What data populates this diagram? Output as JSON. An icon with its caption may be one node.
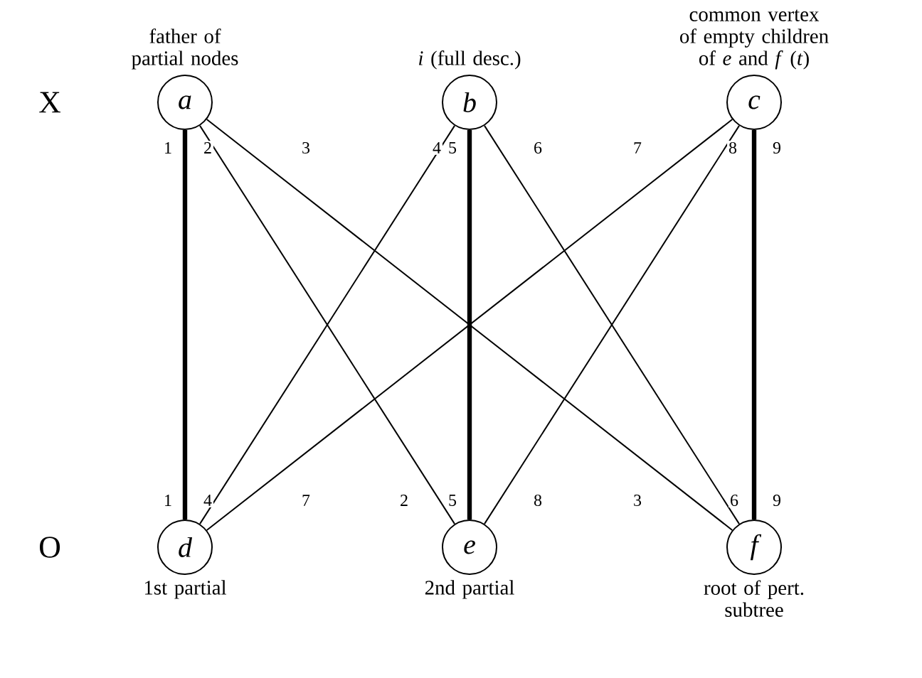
{
  "diagram": {
    "nodes": [
      {
        "text": [
          "a"
        ],
        "beside": [
          "father of partial nodes"
        ]
      },
      {
        "text": [
          "b"
        ],
        "beside": [
          "*i* (full desc.)"
        ]
      },
      {
        "text": [
          "c"
        ],
        "beside": [
          "common vertex of empty children of *e* and *f* (*t*)"
        ]
      },
      {
        "text": [
          "d"
        ],
        "beside": [
          "1st partial"
        ]
      },
      {
        "text": [
          "e"
        ],
        "beside": [
          "2nd partial"
        ]
      },
      {
        "text": [
          "f"
        ],
        "beside": [
          "root of pert. subtree"
        ]
      }
    ],
    "edges": [
      {
        "from": 0,
        "to": 3,
        "arrow": "none",
        "label": "1",
        "style": "thick"
      },
      {
        "from": 0,
        "to": 4,
        "arrow": "none",
        "label": "2"
      },
      {
        "from": 0,
        "to": 5,
        "arrow": "none",
        "label": "3"
      },
      {
        "from": 1,
        "to": 3,
        "arrow": "none",
        "label": "4"
      },
      {
        "from": 1,
        "to": 4,
        "arrow": "none",
        "label": "5",
        "style": "thick"
      },
      {
        "from": 1,
        "to": 5,
        "arrow": "none",
        "label": "6"
      },
      {
        "from": 2,
        "to": 3,
        "arrow": "none",
        "label": "7"
      },
      {
        "from": 2,
        "to": 4,
        "arrow": "none",
        "label": "8"
      },
      {
        "from": 2,
        "to": 5,
        "arrow": "none",
        "label": "9",
        "style": "thick"
      }
    ],
    "labels": [
      "X",
      "1",
      "4",
      "7",
      "2",
      "5",
      "8",
      "3",
      "6",
      "9",
      "O"
    ]
  }
}
